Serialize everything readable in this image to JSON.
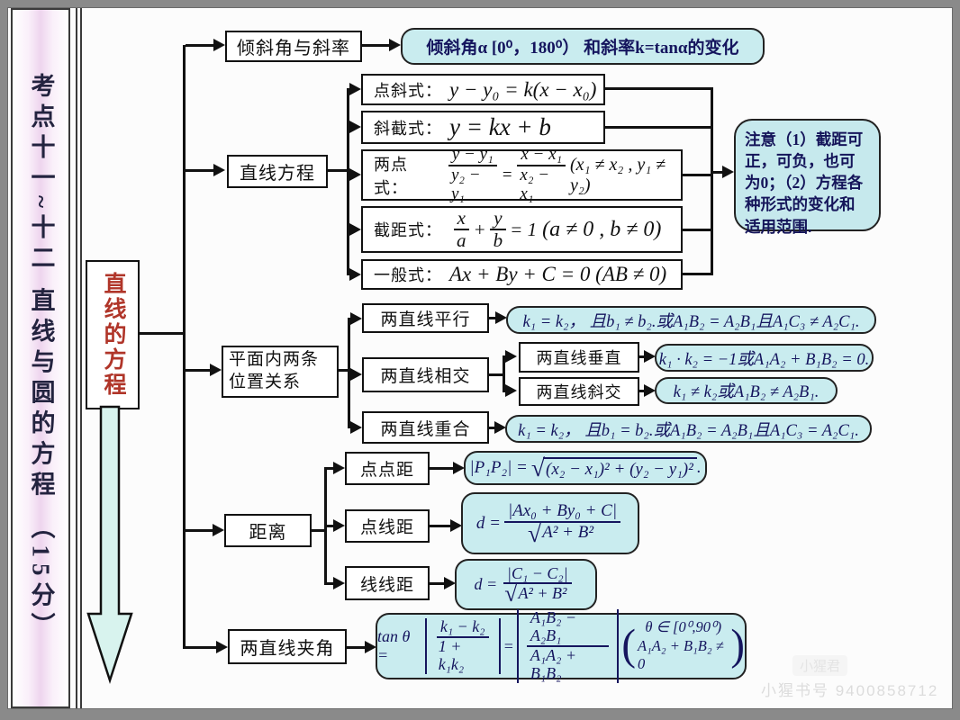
{
  "colors": {
    "frame": "#8a8a8a",
    "page": "#fcfcfc",
    "highlight": "#c9ecef",
    "note": "#c6e9ed",
    "arrow_fill": "#d8f3ee",
    "accent_red": "#b03529",
    "math_ink": "#15155e",
    "line_ink": "#111111",
    "sidebar_stripe": "#eed5ee"
  },
  "sidebar": {
    "title": "考点十一~十二  直线与圆的方程 （15分）"
  },
  "root": {
    "label": "直线的方程"
  },
  "slope": {
    "label": "倾斜角与斜率",
    "result": "倾斜角α [0⁰，180⁰） 和斜率k=tanα的变化"
  },
  "equation": {
    "label": "直线方程",
    "forms": [
      {
        "name": "点斜式：",
        "formula": "y − y₀ = k(x − x₀)"
      },
      {
        "name": "斜截式：",
        "formula": "y = kx + b"
      },
      {
        "name": "两点式：",
        "f1n": "y − y₁",
        "f1d": "y₂ − y₁",
        "eq": "=",
        "f2n": "x − x₁",
        "f2d": "x₂ − x₁",
        "cond": "(x₁ ≠ x₂ , y₁ ≠ y₂)"
      },
      {
        "name": "截距式：",
        "f1n": "x",
        "f1d": "a",
        "plus": "+",
        "f2n": "y",
        "f2d": "b",
        "eq": "= 1",
        "cond": "(a ≠ 0 , b ≠ 0)"
      },
      {
        "name": "一般式：",
        "formula": "Ax + By + C = 0 (AB ≠ 0)"
      }
    ],
    "note": "注意（1）截距可正，可负，也可为0；（2）方程各种形式的变化和适用范围."
  },
  "position": {
    "label": "平面内两条位置关系",
    "children": [
      {
        "label": "两直线平行",
        "result": "k₁ = k₂， 且b₁ ≠ b₂.或A₁B₂ = A₂B₁且A₁C₃ ≠ A₂C₁."
      },
      {
        "label": "两直线相交",
        "sub": [
          {
            "label": "两直线垂直",
            "result": "k₁ · k₂ = −1或A₁A₂ + B₁B₂ = 0."
          },
          {
            "label": "两直线斜交",
            "result": "k₁ ≠ k₂或A₁B₂ ≠ A₂B₁."
          }
        ]
      },
      {
        "label": "两直线重合",
        "result": "k₁ = k₂， 且b₁ = b₂.或A₁B₂ = A₂B₁且A₁C₃ = A₂C₁."
      }
    ]
  },
  "distance": {
    "label": "距离",
    "items": [
      {
        "label": "点点距",
        "lead": "|P₁P₂| =",
        "radicand": "(x₂ − x₁)² + (y₂ − y₁)²",
        "tail": "."
      },
      {
        "label": "点线距",
        "lead": "d =",
        "num": "|Ax₀ + By₀ + C|",
        "radicand": "A² + B²"
      },
      {
        "label": "线线距",
        "lead": "d =",
        "num": "|C₁ − C₂|",
        "radicand": "A² + B²"
      }
    ]
  },
  "angle": {
    "label": "两直线夹角",
    "lead": "tan θ =",
    "f1n": "k₁ − k₂",
    "f1d": "1 + k₁k₂",
    "eq": "=",
    "f2n": "A₁B₂ − A₂B₁",
    "f2d": "A₁A₂ + B₁B₂",
    "cond1": "θ ∈ [0⁰,90⁰)",
    "cond2": "A₁A₂ + B₁B₂ ≠ 0"
  },
  "watermark": {
    "line1": "小猩君",
    "line2": "小猩书号 9400858712"
  }
}
